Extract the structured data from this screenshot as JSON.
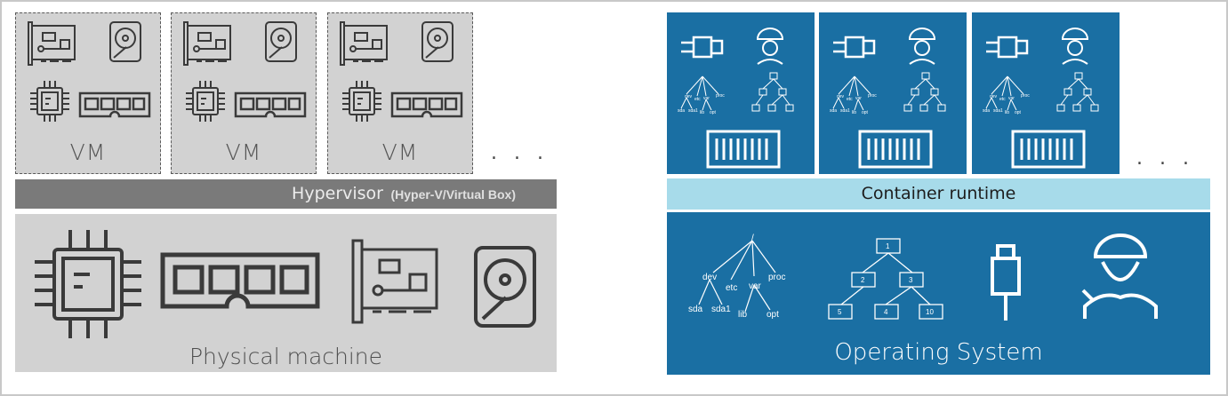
{
  "vm_section": {
    "vms": [
      {
        "label": "VM"
      },
      {
        "label": "VM"
      },
      {
        "label": "VM"
      }
    ],
    "ellipsis": ". . .",
    "hypervisor_label": "Hypervisor",
    "hypervisor_sub": "(Hyper-V/Virtual Box)",
    "physical_label": "Physical machine"
  },
  "container_section": {
    "ellipsis": ". . .",
    "runtime_label": "Container runtime",
    "os_label": "Operating System",
    "tree_labels": [
      "/",
      "dev",
      "etc",
      "var",
      "proc",
      "sda",
      "sda1",
      "lib",
      "opt"
    ],
    "process_tree_labels": [
      "1",
      "2",
      "3",
      "5",
      "4",
      "10"
    ]
  },
  "icons": {
    "vm_icons": [
      "network-card-icon",
      "hard-disk-icon",
      "cpu-icon",
      "ram-icon"
    ],
    "container_icons": [
      "usb-plug-icon",
      "engineer-icon",
      "filesystem-tree-icon",
      "process-tree-icon",
      "shipping-container-icon"
    ]
  },
  "colors": {
    "vm_gray": "#d2d2d2",
    "hypervisor_gray": "#7a7a7a",
    "container_blue": "#1a6fa3",
    "runtime_light_blue": "#a7dbea"
  }
}
